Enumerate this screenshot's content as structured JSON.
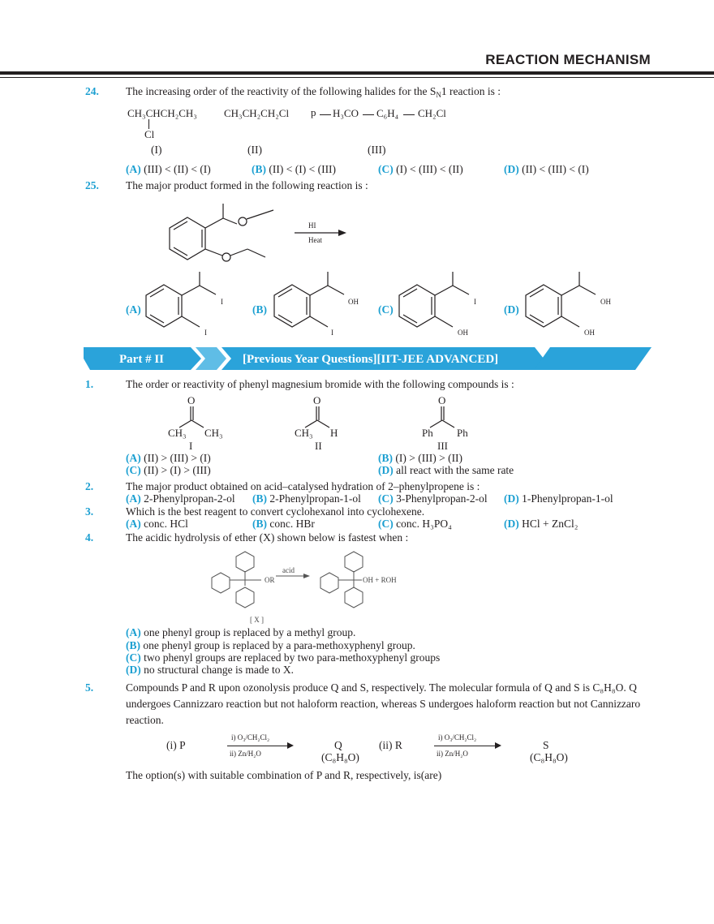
{
  "header": {
    "title": "REACTION MECHANISM"
  },
  "q24": {
    "num": "24.",
    "text_a": "The increasing order of the reactivity of the following halides for the S",
    "text_sub": "N",
    "text_b": "1 reaction is :",
    "cmpd1": "CH₃CHCH₂CH₃",
    "cmpd1_sub": "Cl",
    "cmpd2": "CH₃CH₂CH₂Cl",
    "cmpd3_p": "p",
    "cmpd3_a": "H₃CO",
    "cmpd3_b": "C₆H₄",
    "cmpd3_c": "CH₂Cl",
    "lab1": "(I)",
    "lab2": "(II)",
    "lab3": "(III)",
    "options": [
      {
        "key": "(A)",
        "text": "(III) < (II) < (I)"
      },
      {
        "key": "(B)",
        "text": "(II) < (I) < (III)"
      },
      {
        "key": "(C)",
        "text": "(I) < (III) < (II)"
      },
      {
        "key": "(D)",
        "text": "(II) < (III) < (I)"
      }
    ]
  },
  "q25": {
    "num": "25.",
    "text": "The major product formed in the following reaction is :",
    "reagent_top": "HI",
    "reagent_bottom": "Heat",
    "options": [
      {
        "key": "(A)",
        "top": "I",
        "bottom": "I"
      },
      {
        "key": "(B)",
        "top": "OH",
        "bottom": "I"
      },
      {
        "key": "(C)",
        "top": "I",
        "bottom": "OH"
      },
      {
        "key": "(D)",
        "top": "OH",
        "bottom": "OH"
      }
    ]
  },
  "banner": {
    "part": "Part # II",
    "title": "[Previous Year Questions][IIT-JEE ADVANCED]"
  },
  "p1": {
    "num": "1.",
    "text": "The order or reactivity of phenyl magnesium bromide with the following compounds is :",
    "compounds": [
      {
        "o": "O",
        "left": "CH₃",
        "right": "CH₃",
        "label": "I"
      },
      {
        "o": "O",
        "left": "CH₃",
        "right": "H",
        "label": "II"
      },
      {
        "o": "O",
        "left": "Ph",
        "right": "Ph",
        "label": "III"
      }
    ],
    "options": [
      {
        "key": "(A)",
        "text": "(II) > (III) > (I)"
      },
      {
        "key": "(B)",
        "text": "(I) > (III) > (II)"
      },
      {
        "key": "(C)",
        "text": "(II) > (I) > (III)"
      },
      {
        "key": "(D)",
        "text": "all react with the same rate"
      }
    ]
  },
  "p2": {
    "num": "2.",
    "text": "The major product obtained on acid–catalysed hydration of 2–phenylpropene is :",
    "options": [
      {
        "key": "(A)",
        "text": "2-Phenylpropan-2-ol"
      },
      {
        "key": "(B)",
        "text": "2-Phenylpropan-1-ol"
      },
      {
        "key": "(C)",
        "text": "3-Phenylpropan-2-ol"
      },
      {
        "key": "(D)",
        "text": "1-Phenylpropan-1-ol"
      }
    ]
  },
  "p3": {
    "num": "3.",
    "text": "Which is the best reagent to convert cyclohexanol into cyclohexene.",
    "options": [
      {
        "key": "(A)",
        "text": "conc. HCl"
      },
      {
        "key": "(B)",
        "text": "conc. HBr"
      },
      {
        "key": "(C)",
        "text": "conc. H₃PO₄"
      },
      {
        "key": "(D)",
        "text": "HCl + ZnCl₂"
      }
    ]
  },
  "p4": {
    "num": "4.",
    "text": "The acidic hydrolysis of ether (X) shown below is fastest when :",
    "reagent": "acid",
    "left_group": "OR",
    "right_group": "OH + ROH",
    "label": "[ X ]",
    "options": [
      {
        "key": "(A)",
        "text": "one phenyl group is replaced by a methyl group."
      },
      {
        "key": "(B)",
        "text": "one phenyl group is replaced by a para-methoxyphenyl group."
      },
      {
        "key": "(C)",
        "text": "two phenyl groups are replaced by two para-methoxyphenyl groups"
      },
      {
        "key": "(D)",
        "text": "no structural change is made to X."
      }
    ]
  },
  "p5": {
    "num": "5.",
    "line1": "Compounds P and R upon ozonolysis produce Q and S, respectively. The molecular formula of Q and S is C₈H₈O. Q",
    "line2": "undergoes Cannizzaro reaction but not haloform reaction, whereas S undergoes haloform reaction but not Cannizzaro",
    "line3": "reaction.",
    "r1_label": "(i)  P",
    "r1_top": "i) O₃/CH₂Cl₂",
    "r1_bottom": "ii) Zn/H₂O",
    "r1_prod": "Q",
    "r1_formula": "(C₈H₈O)",
    "r2_label": "(ii) R",
    "r2_top": "i) O₃/CH₂Cl₂",
    "r2_bottom": "ii) Zn/H₂O",
    "r2_prod": "S",
    "r2_formula": "(C₈H₈O)",
    "closing": "The option(s) with suitable combination of P and R, respectively, is(are)"
  }
}
